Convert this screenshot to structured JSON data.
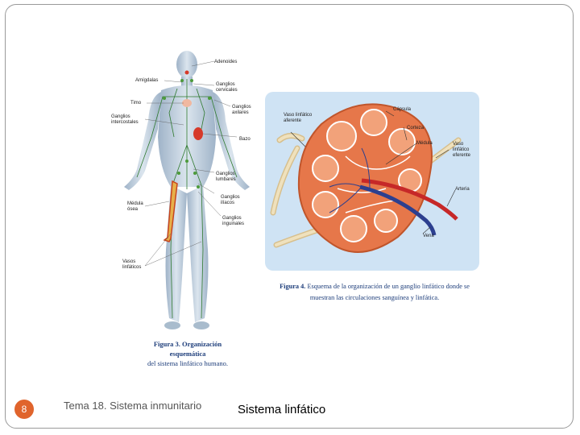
{
  "footer": {
    "page_number": "8",
    "course": "Tema 18. Sistema inmunitario",
    "slide_title": "Sistema linfático"
  },
  "figure_left": {
    "caption_line1": "Figura 3. Organización esquemática",
    "caption_line2": "del sistema linfático humano.",
    "labels": {
      "adenoides": "Adenoides",
      "amigdalas": "Amígdalas",
      "ganglios_cervicales": "Ganglios cervicales",
      "timo": "Timo",
      "ganglios_axilares": "Ganglios axilares",
      "ganglios_intercostales": "Ganglios intercostales",
      "bazo": "Bazo",
      "ganglios_lumbares": "Ganglios lumbares",
      "medula_osea": "Médula ósea",
      "ganglios_iliacos": "Ganglios ilíacos",
      "ganglios_inguinales": "Ganglios inguinales",
      "vasos_linfaticos": "Vasos linfáticos"
    }
  },
  "figure_right": {
    "caption_num": "Figura 4.",
    "caption_text": "Esquema de la organización de un ganglio linfático donde se muestran las circulaciones sanguínea y linfática.",
    "labels": {
      "vaso_aferente": "Vaso linfático aferente",
      "capsula": "Cápsula",
      "corteza": "Corteza",
      "medula": "Médula",
      "vaso_eferente": "Vaso linfático eferente",
      "arteria": "Arteria",
      "vena": "Vena"
    }
  },
  "colors": {
    "accent": "#e0642c",
    "caption": "#1d3d7a",
    "panel_bg": "#cfe3f4",
    "node_fill": "#e6774a",
    "vessel": "#e9d4a8",
    "artery": "#c62828",
    "vein": "#2c3f8f",
    "lymph_line": "#2f7a2f"
  }
}
